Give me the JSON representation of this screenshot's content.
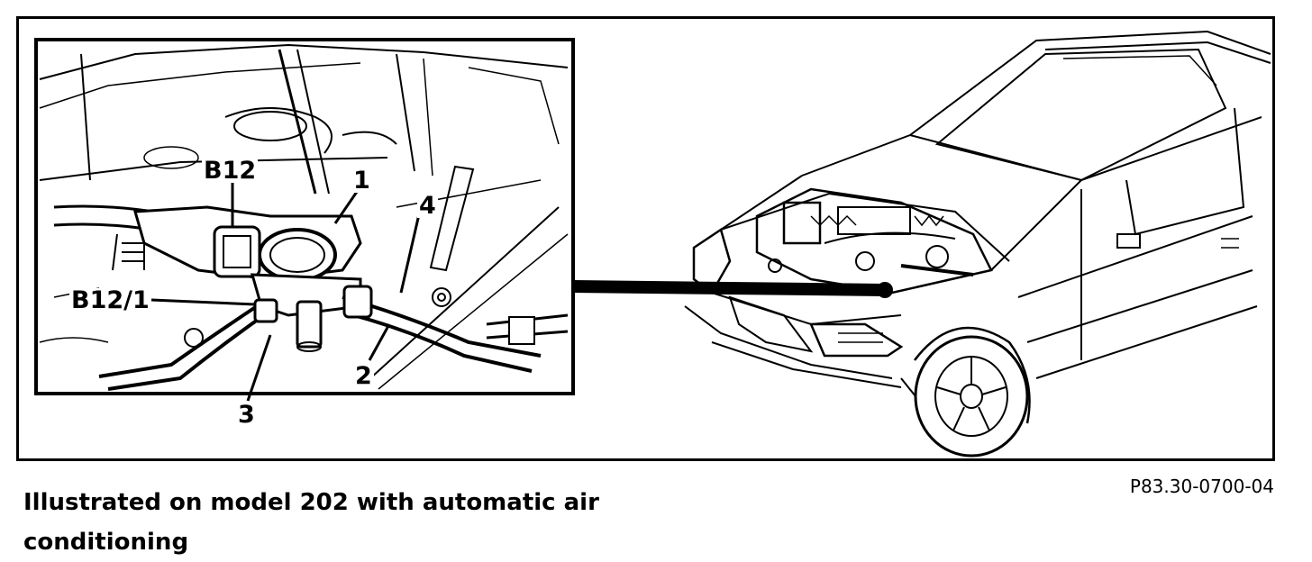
{
  "callouts": {
    "b12": "B12",
    "b12_1": "B12/1",
    "n1": "1",
    "n2": "2",
    "n3": "3",
    "n4": "4"
  },
  "caption": "Illustrated on model 202 with automatic air conditioning",
  "figure_id": "P83.30-0700-04",
  "colors": {
    "ink": "#000000",
    "paper": "#ffffff"
  }
}
